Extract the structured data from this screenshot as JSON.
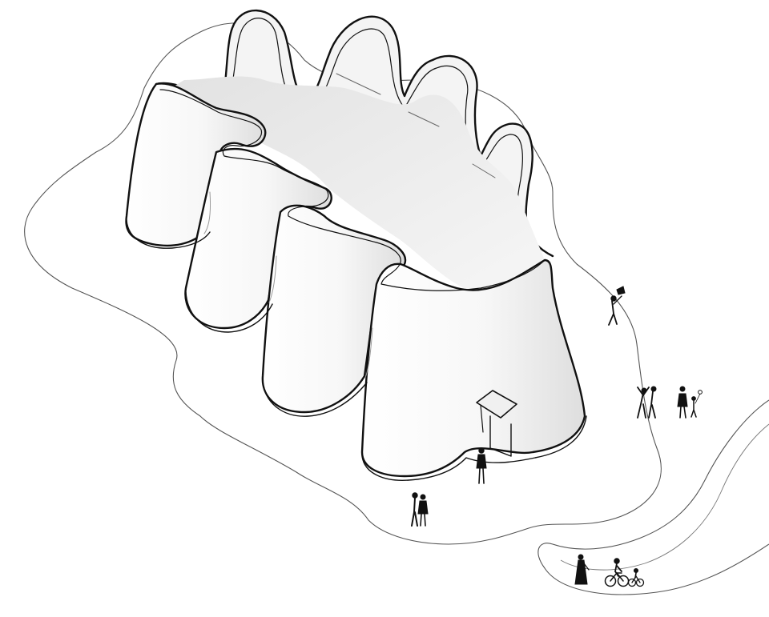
{
  "colors": {
    "background": "#ffffff",
    "line": "#111111",
    "thin_line": "#555555",
    "wall_light": "#fbfbfb",
    "wall_shade": "#e7e7e7",
    "wall_dark": "#d6d6d6",
    "figure": "#111111"
  },
  "elements": {
    "site_boundary": "closed-organic-curve",
    "pavilion": "undulating-wall-pavilion",
    "entrance": "door-with-canopy",
    "path": "winding-path",
    "people_groups": [
      "walker-with-kite",
      "family-group",
      "pair-near-entrance",
      "single-visitor",
      "couple",
      "cyclists"
    ]
  }
}
